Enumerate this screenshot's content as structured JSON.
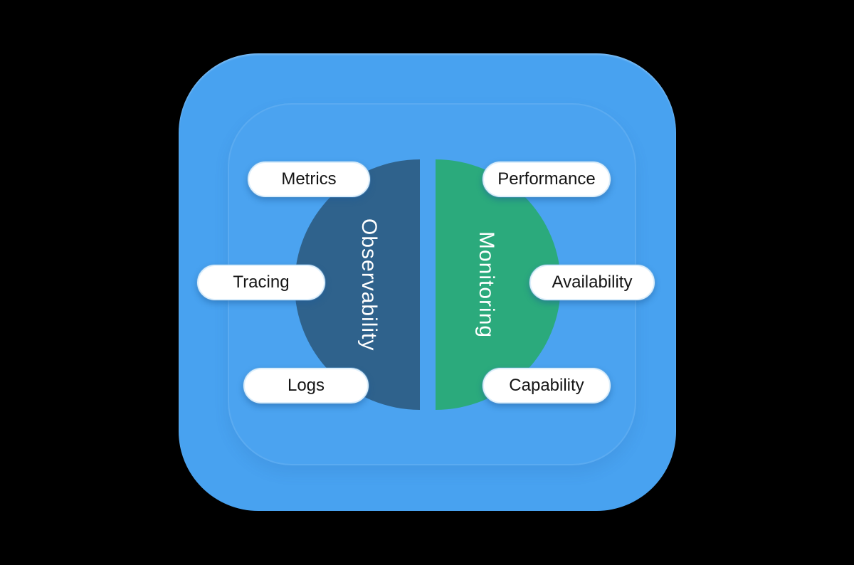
{
  "diagram": {
    "title": "Observability vs Monitoring venn-style diagram",
    "halves": {
      "left": {
        "label": "Observability",
        "color": "#2F628C"
      },
      "right": {
        "label": "Monitoring",
        "color": "#2BAA7C"
      }
    },
    "pills": {
      "metrics": {
        "label": "Metrics"
      },
      "performance": {
        "label": "Performance"
      },
      "tracing": {
        "label": "Tracing"
      },
      "availability": {
        "label": "Availability"
      },
      "logs": {
        "label": "Logs"
      },
      "capability": {
        "label": "Capability"
      }
    },
    "colors": {
      "card_background": "#48A2F0",
      "pill_background": "#FFFFFF",
      "pill_text": "#141414",
      "half_label_text": "#FFFFFF"
    }
  }
}
